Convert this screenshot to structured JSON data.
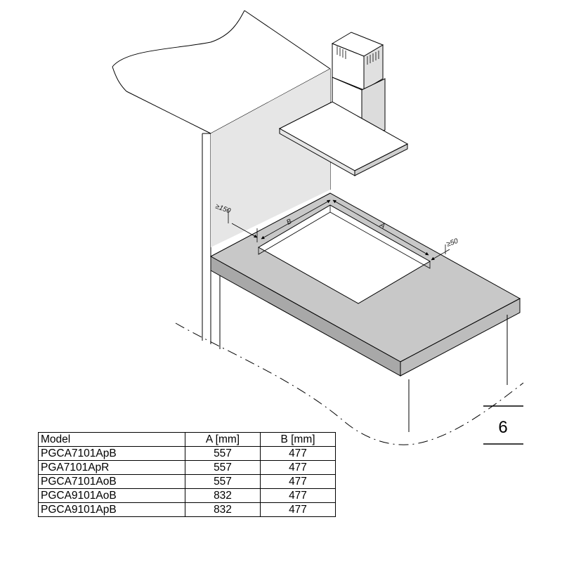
{
  "diagram": {
    "labels": {
      "dim_a": "A",
      "dim_b": "B",
      "clearance_side": "≥150",
      "clearance_back": "≥50"
    },
    "page_number": "6"
  },
  "table": {
    "headers": [
      "Model",
      "A [mm]",
      "B [mm]"
    ],
    "rows": [
      [
        "PGCA7101ApB",
        "557",
        "477"
      ],
      [
        "PGA7101ApR",
        "557",
        "477"
      ],
      [
        "PGCA7101AoB",
        "557",
        "477"
      ],
      [
        "PGCA9101AoB",
        "832",
        "477"
      ],
      [
        "PGCA9101ApB",
        "832",
        "477"
      ]
    ]
  },
  "colors": {
    "worktop": "#c8c8c8",
    "worktop_edge": "#a8a8a8",
    "wall": "#e6e6e6",
    "hood_shade": "#dcdcdc",
    "line": "#000000"
  }
}
